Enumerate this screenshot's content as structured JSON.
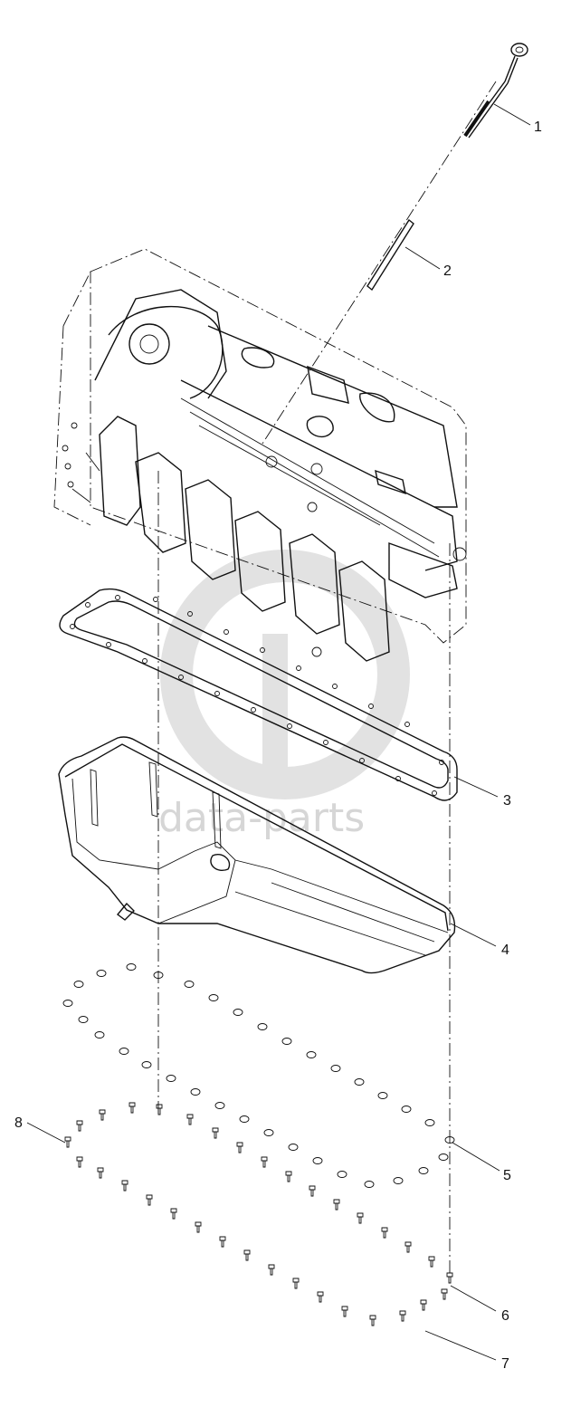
{
  "watermark": {
    "text": "data-parts",
    "color": "#d6d6d6"
  },
  "callouts": [
    {
      "id": "1",
      "label": "1",
      "part": "dipstick"
    },
    {
      "id": "2",
      "label": "2",
      "part": "dipstick-tube"
    },
    {
      "id": "3",
      "label": "3",
      "part": "oil-pan-gasket"
    },
    {
      "id": "4",
      "label": "4",
      "part": "oil-pan"
    },
    {
      "id": "5",
      "label": "5",
      "part": "washer"
    },
    {
      "id": "6",
      "label": "6",
      "part": "bolt"
    },
    {
      "id": "7",
      "label": "7",
      "part": "bolt"
    },
    {
      "id": "8",
      "label": "8",
      "part": "bolt"
    }
  ]
}
